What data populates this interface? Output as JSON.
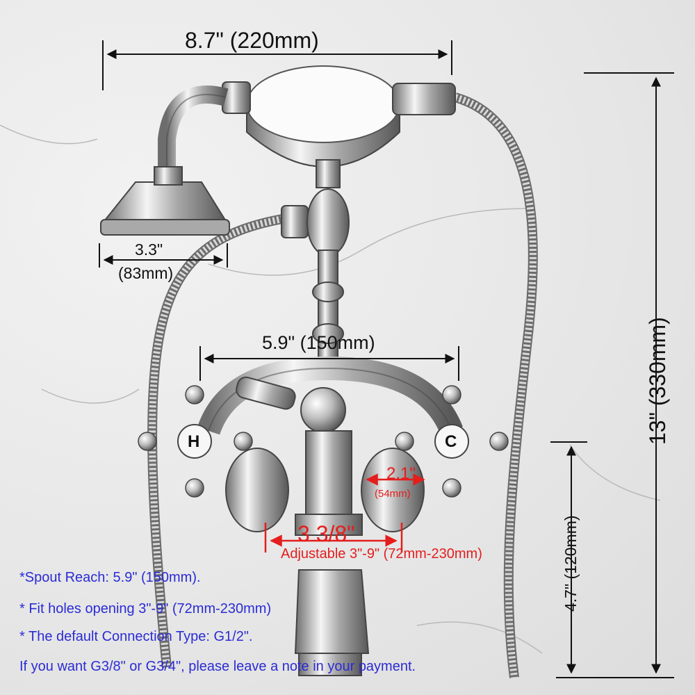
{
  "dimensions": {
    "width_top": "8.7\" (220mm)",
    "handshower_inch": "3.3\"",
    "handshower_mm": "(83mm)",
    "center_width": "5.9\" (150mm)",
    "height_total": "13\" (330mm)",
    "height_spout": "4.7\" (120mm)",
    "disc_inch": "2.1\"",
    "disc_mm": "(54mm)",
    "center_spacing": "3 3/8\"",
    "adjustable": "Adjustable 3\"-9\" (72mm-230mm)"
  },
  "handle_labels": {
    "hot": "H",
    "cold": "C"
  },
  "notes": [
    "*Spout Reach: 5.9\" (150mm).",
    "* Fit holes opening 3\"-9\" (72mm-230mm)",
    "* The default Connection Type: G1/2\".",
    "If you want G3/8\" or G3/4\", please leave a note in your payment."
  ],
  "colors": {
    "note": "#2b2bd6",
    "highlight": "#e41d1d",
    "chrome": "#9a9a9a"
  }
}
